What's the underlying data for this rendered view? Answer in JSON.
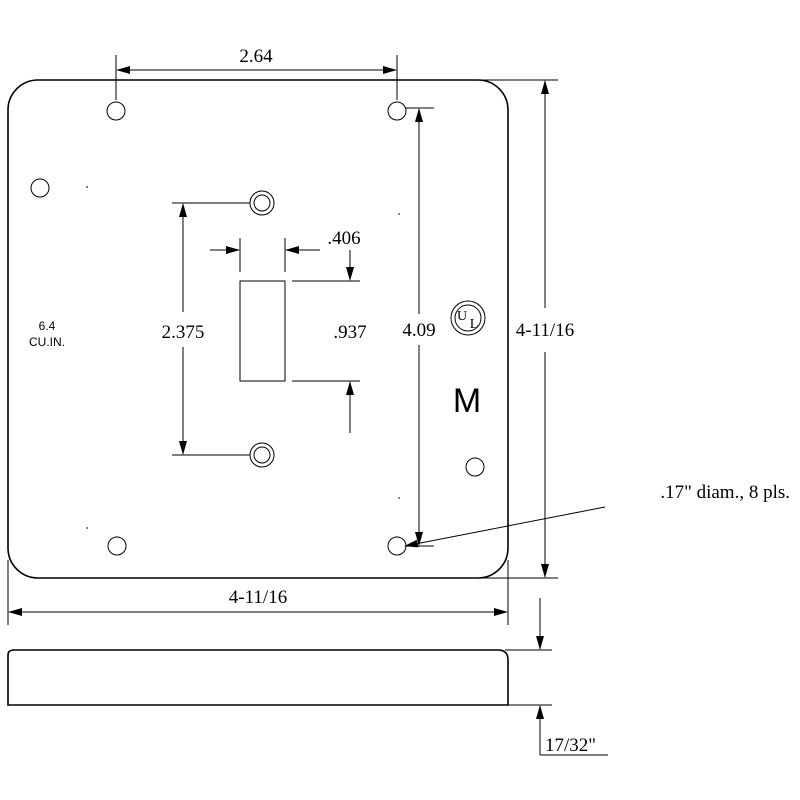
{
  "dimensions": {
    "top_hole_spacing": "2.64",
    "opening_width": ".406",
    "opening_height": ".937",
    "screw_spacing": "2.375",
    "hole_vertical_spacing": "4.09",
    "plate_height": "4-11/16",
    "plate_width": "4-11/16",
    "hole_note": ".17\" diam., 8 pls.",
    "plate_thickness": "17/32\""
  },
  "capacity": {
    "value": "6.4",
    "unit": "CU.IN."
  },
  "marks": {
    "ul_letter_u": "U",
    "ul_letter_l": "L",
    "maker_letter": "M"
  }
}
